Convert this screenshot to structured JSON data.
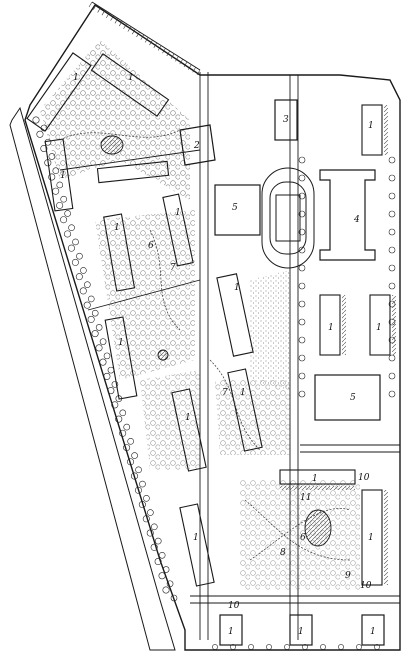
{
  "map": {
    "kind": "residential district site plan (line drawing)",
    "legend_numbers_visible": [
      "1",
      "2",
      "3",
      "4",
      "5",
      "6",
      "7",
      "8",
      "9",
      "10",
      "11"
    ],
    "labels": {
      "l1_a": "1",
      "l1_b": "1",
      "l1_c": "1",
      "l1_d": "1",
      "l1_e": "1",
      "l1_f": "1",
      "l1_g": "1",
      "l1_h": "1",
      "l1_i": "1",
      "l1_j": "1",
      "l1_k": "1",
      "l1_l": "1",
      "l1_m": "1",
      "l1_n": "1",
      "l1_o": "1",
      "l1_p": "1",
      "l1_q": "1",
      "l1_r": "1",
      "l2": "2",
      "l3": "3",
      "l4": "4",
      "l5_a": "5",
      "l5_b": "5",
      "l6_a": "6",
      "l6_b": "6",
      "l7_a": "7",
      "l7_b": "7",
      "l8": "8",
      "l9": "9",
      "l10_a": "10",
      "l10_b": "10",
      "l10_c": "10",
      "l11": "11"
    },
    "colors": {
      "ink": "#1a1a1a",
      "paper": "#ffffff",
      "hatch": "#555555"
    }
  }
}
